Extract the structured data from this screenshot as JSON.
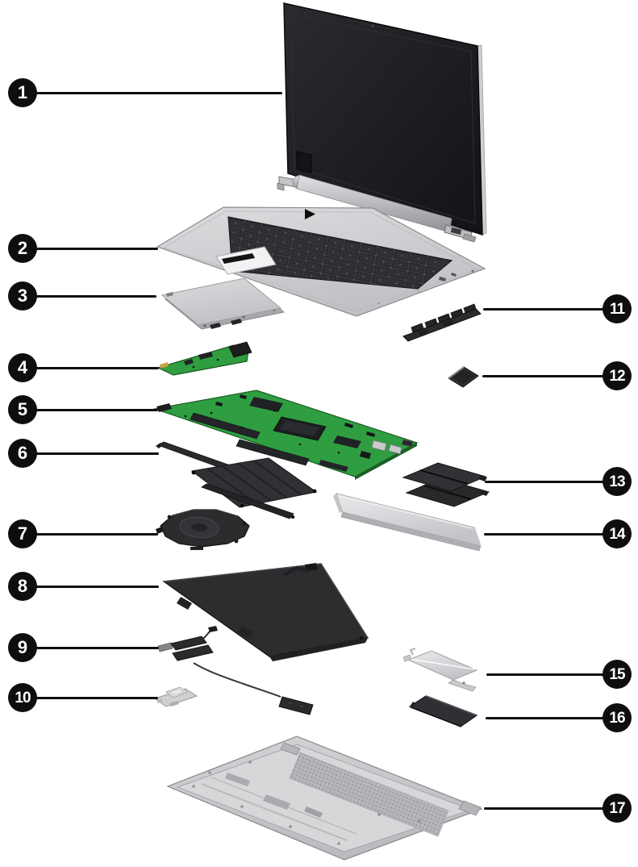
{
  "theme": {
    "background": "#ffffff",
    "callout_fill": "#0e0e0e",
    "callout_text_color": "#ffffff",
    "leader_line_color": "#0e0e0e",
    "part_colors": {
      "chassis_silver": "#c9cacc",
      "component_dark": "#2b2c2e",
      "pcb_green": "#2f9e41"
    }
  },
  "figure": {
    "type": "exploded-parts-diagram",
    "subject": "laptop major components illustrated parts view",
    "callouts": [
      {
        "number": "1",
        "side": "left",
        "part": "display-assembly"
      },
      {
        "number": "2",
        "side": "left",
        "part": "top-cover-with-keyboard"
      },
      {
        "number": "3",
        "side": "left",
        "part": "touchpad"
      },
      {
        "number": "4",
        "side": "left",
        "part": "io-board"
      },
      {
        "number": "5",
        "side": "left",
        "part": "system-board"
      },
      {
        "number": "6",
        "side": "left",
        "part": "heat-sink"
      },
      {
        "number": "7",
        "side": "left",
        "part": "fan"
      },
      {
        "number": "8",
        "side": "left",
        "part": "battery"
      },
      {
        "number": "9",
        "side": "left",
        "part": "speakers"
      },
      {
        "number": "10",
        "side": "left",
        "part": "fingerprint-reader-board"
      },
      {
        "number": "11",
        "side": "right",
        "part": "hinge-cover-bracket"
      },
      {
        "number": "12",
        "side": "right",
        "part": "card-module"
      },
      {
        "number": "13",
        "side": "right",
        "part": "ssd-shields"
      },
      {
        "number": "14",
        "side": "right",
        "part": "shield-plate"
      },
      {
        "number": "15",
        "side": "right",
        "part": "ssd-bracket"
      },
      {
        "number": "16",
        "side": "right",
        "part": "solid-state-drive"
      },
      {
        "number": "17",
        "side": "right",
        "part": "bottom-cover"
      }
    ]
  }
}
